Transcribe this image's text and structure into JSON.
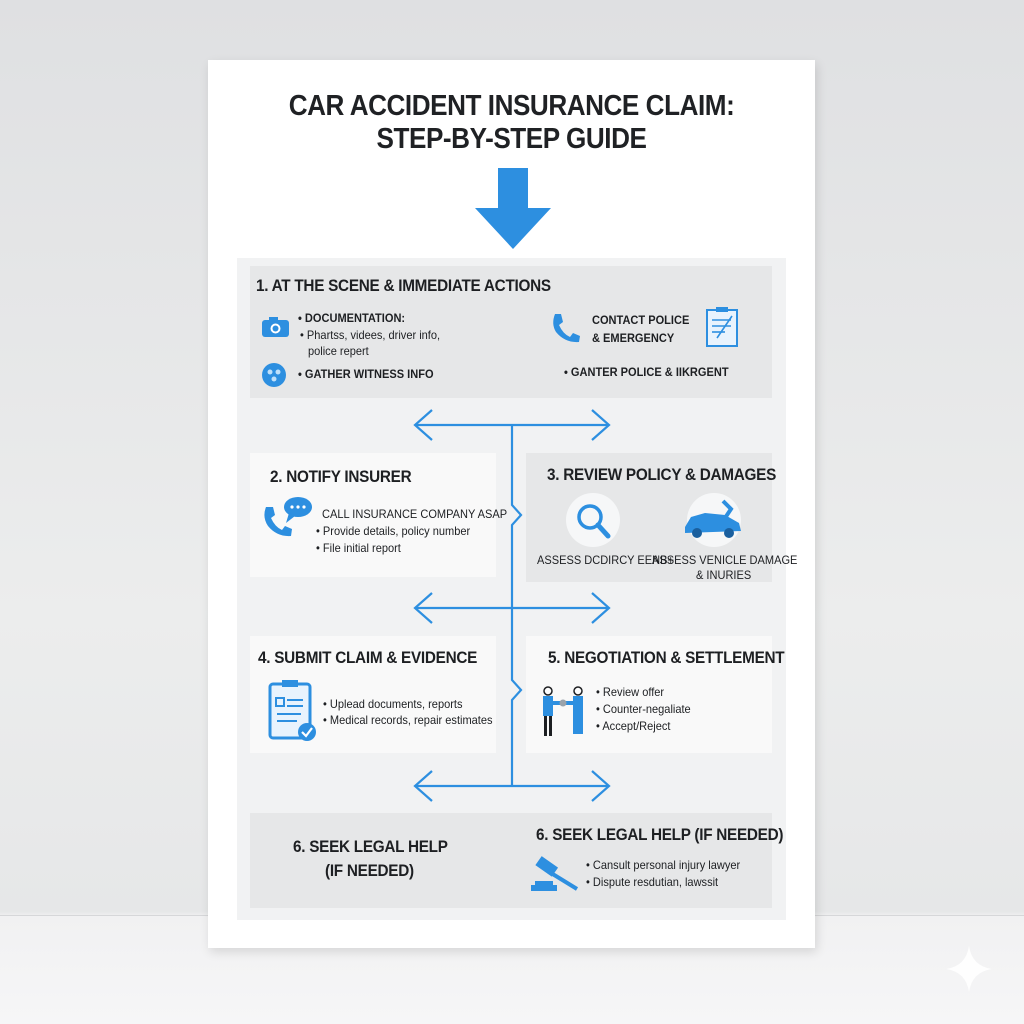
{
  "title": {
    "line1": "CAR ACCIDENT INSURANCE CLAIM:",
    "line2": "STEP-BY-STEP GUIDE"
  },
  "colors": {
    "accent": "#2d8fe0",
    "panel": "#f1f2f3",
    "box_gray": "#e6e7e8"
  },
  "step1": {
    "heading": "1. AT THE SCENE & IMMEDIATE ACTIONS",
    "documentation": "• DOCUMENTATION:",
    "doc_detail1": "• Phartss, videes, driver info,",
    "doc_detail2": "police repert",
    "witness": "• GATHER WITNESS INFO",
    "contact1": "CONTACT POLICE",
    "contact2": "& EMERGENCY",
    "urgent": "• GANTER POLICE & IIKRGENT",
    "icons": [
      "camera-icon",
      "witness-icon",
      "phone-icon",
      "notepad-icon"
    ]
  },
  "step2": {
    "heading": "2. NOTIFY INSURER",
    "line1": "CALL INSURANCE COMPANY ASAP",
    "line2": "• Provide details, policy number",
    "line3": "• File initial report",
    "icons": [
      "phone-chat-icon"
    ]
  },
  "step3": {
    "heading": "3. REVIEW POLICY & DAMAGES",
    "label1": "ASSESS DCDIRCY EENB+",
    "label2a": "ASSESS VENICLE DAMAGE",
    "label2b": "& INURIES",
    "icons": [
      "magnifier-icon",
      "car-wrench-icon"
    ]
  },
  "step4": {
    "heading": "4. SUBMIT CLAIM & EVIDENCE",
    "line1": "• Uplead documents, reports",
    "line2": "• Medical records, repair estimates",
    "icons": [
      "clipboard-check-icon"
    ]
  },
  "step5": {
    "heading": "5. NEGOTIATION & SETTLEMENT",
    "line1": "• Review offer",
    "line2": "• Counter-negaliate",
    "line3": "• Accept/Reject",
    "icons": [
      "handshake-icon"
    ]
  },
  "step6": {
    "left1": "6. SEEK LEGAL HELP",
    "left2": "(IF NEEDED)",
    "heading": "6. SEEK LEGAL HELP (IF NEEDED)",
    "line1": "• Cansult personal injury lawyer",
    "line2": "• Dispute resdutian, lawssit",
    "icons": [
      "gavel-icon"
    ]
  }
}
